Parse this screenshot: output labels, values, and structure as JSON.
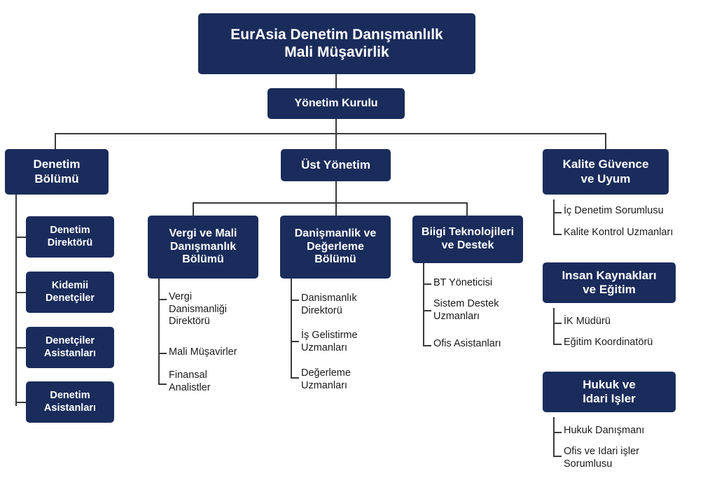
{
  "diagram": {
    "title": "EurAsia Denetim Danismanlilk Mali Musavirlik organizasyon semasi",
    "colors": {
      "node_fill": "#1a2c5b",
      "node_text": "#ffffff",
      "leaf_text": "#1b1b1b",
      "connector": "#3a3a3a",
      "background": "#ffffff"
    }
  },
  "root": {
    "label": "EurAsia Denetim Danışmanlılk\nMali Müşavirlik"
  },
  "board": {
    "label": "Yönetim Kurulu"
  },
  "branches": {
    "audit": {
      "label": "Denetim\nBölümü",
      "children": [
        {
          "label": "Denetim\nDirektörü"
        },
        {
          "label": "Kidemii\nDenetçiler"
        },
        {
          "label": "Denetçiler\nAsistanları"
        },
        {
          "label": "Denetim\nAsistanları"
        }
      ]
    },
    "top_management": {
      "label": "Üst Yönetim",
      "departments": [
        {
          "label": "Vergi ve Mali\nDanışmanlık\nBölümü",
          "children": [
            {
              "label": "Vergi\nDanismanliği\nDirektörü"
            },
            {
              "label": "Mali Müşavirler"
            },
            {
              "label": "Finansal\nAnalistler"
            }
          ]
        },
        {
          "label": "Danişmanlik ve\nDeğerleme\nBölümü",
          "children": [
            {
              "label": "Danismanlık\nDirektorü"
            },
            {
              "label": "İş Gelistirme\nUzmanları"
            },
            {
              "label": "Değerleme\nUzmanları"
            }
          ]
        },
        {
          "label": "Biigi Teknolojileri\nve Destek",
          "children": [
            {
              "label": "BT Yöneticisi"
            },
            {
              "label": "Sistem Destek\nUzmanları"
            },
            {
              "label": "Ofis Asistanları"
            }
          ]
        }
      ]
    },
    "quality": {
      "label": "Kalite Güvence\nve Uyum",
      "children": [
        {
          "label": "İç Denetim Sorumlusu"
        },
        {
          "label": "Kalite Kontrol Uzmanları"
        }
      ]
    }
  },
  "standalone": {
    "hr": {
      "label": "Insan Kaynakları\nve Eğitim",
      "children": [
        {
          "label": "İK Müdürü"
        },
        {
          "label": "Eğitim Koordinatörü"
        }
      ]
    },
    "legal": {
      "label": "Hukuk ve\nIdari Işler",
      "children": [
        {
          "label": "Hukuk Danışmanı"
        },
        {
          "label": "Ofis ve Idari işler\nSorumlusu"
        }
      ]
    }
  }
}
